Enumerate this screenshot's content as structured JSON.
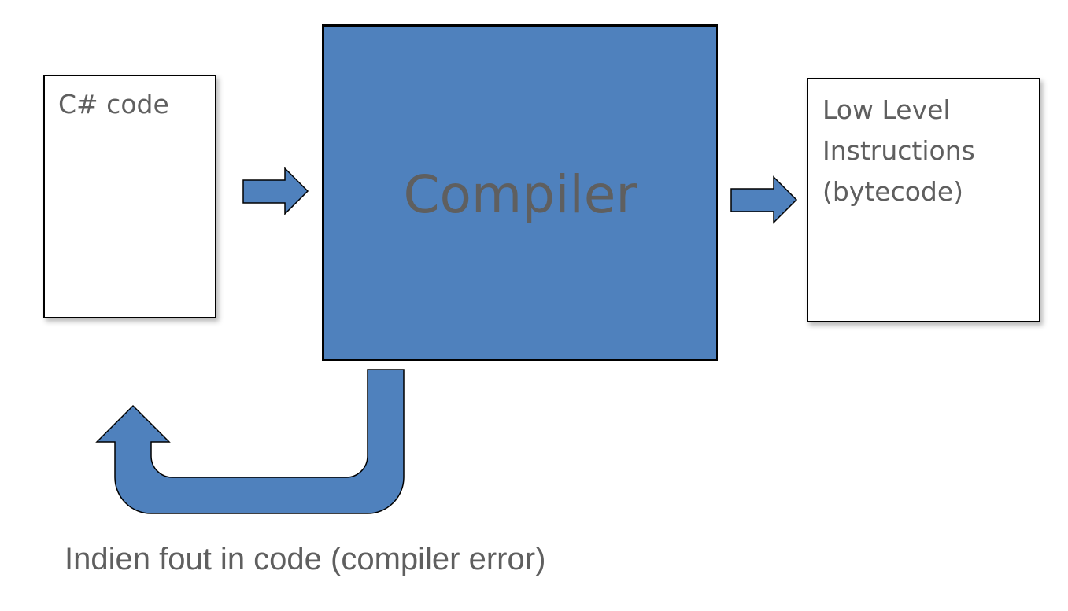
{
  "diagram": {
    "source_label": "C# code",
    "compiler_label": "Compiler",
    "output_label": "Low Level\nInstructions\n(bytecode)",
    "error_caption": "Indien fout in code (compiler error)"
  },
  "colors": {
    "compiler_fill": "#4f81bd",
    "arrow_fill": "#4f81bd",
    "text": "#5f5f5f",
    "outline": "#000000"
  }
}
